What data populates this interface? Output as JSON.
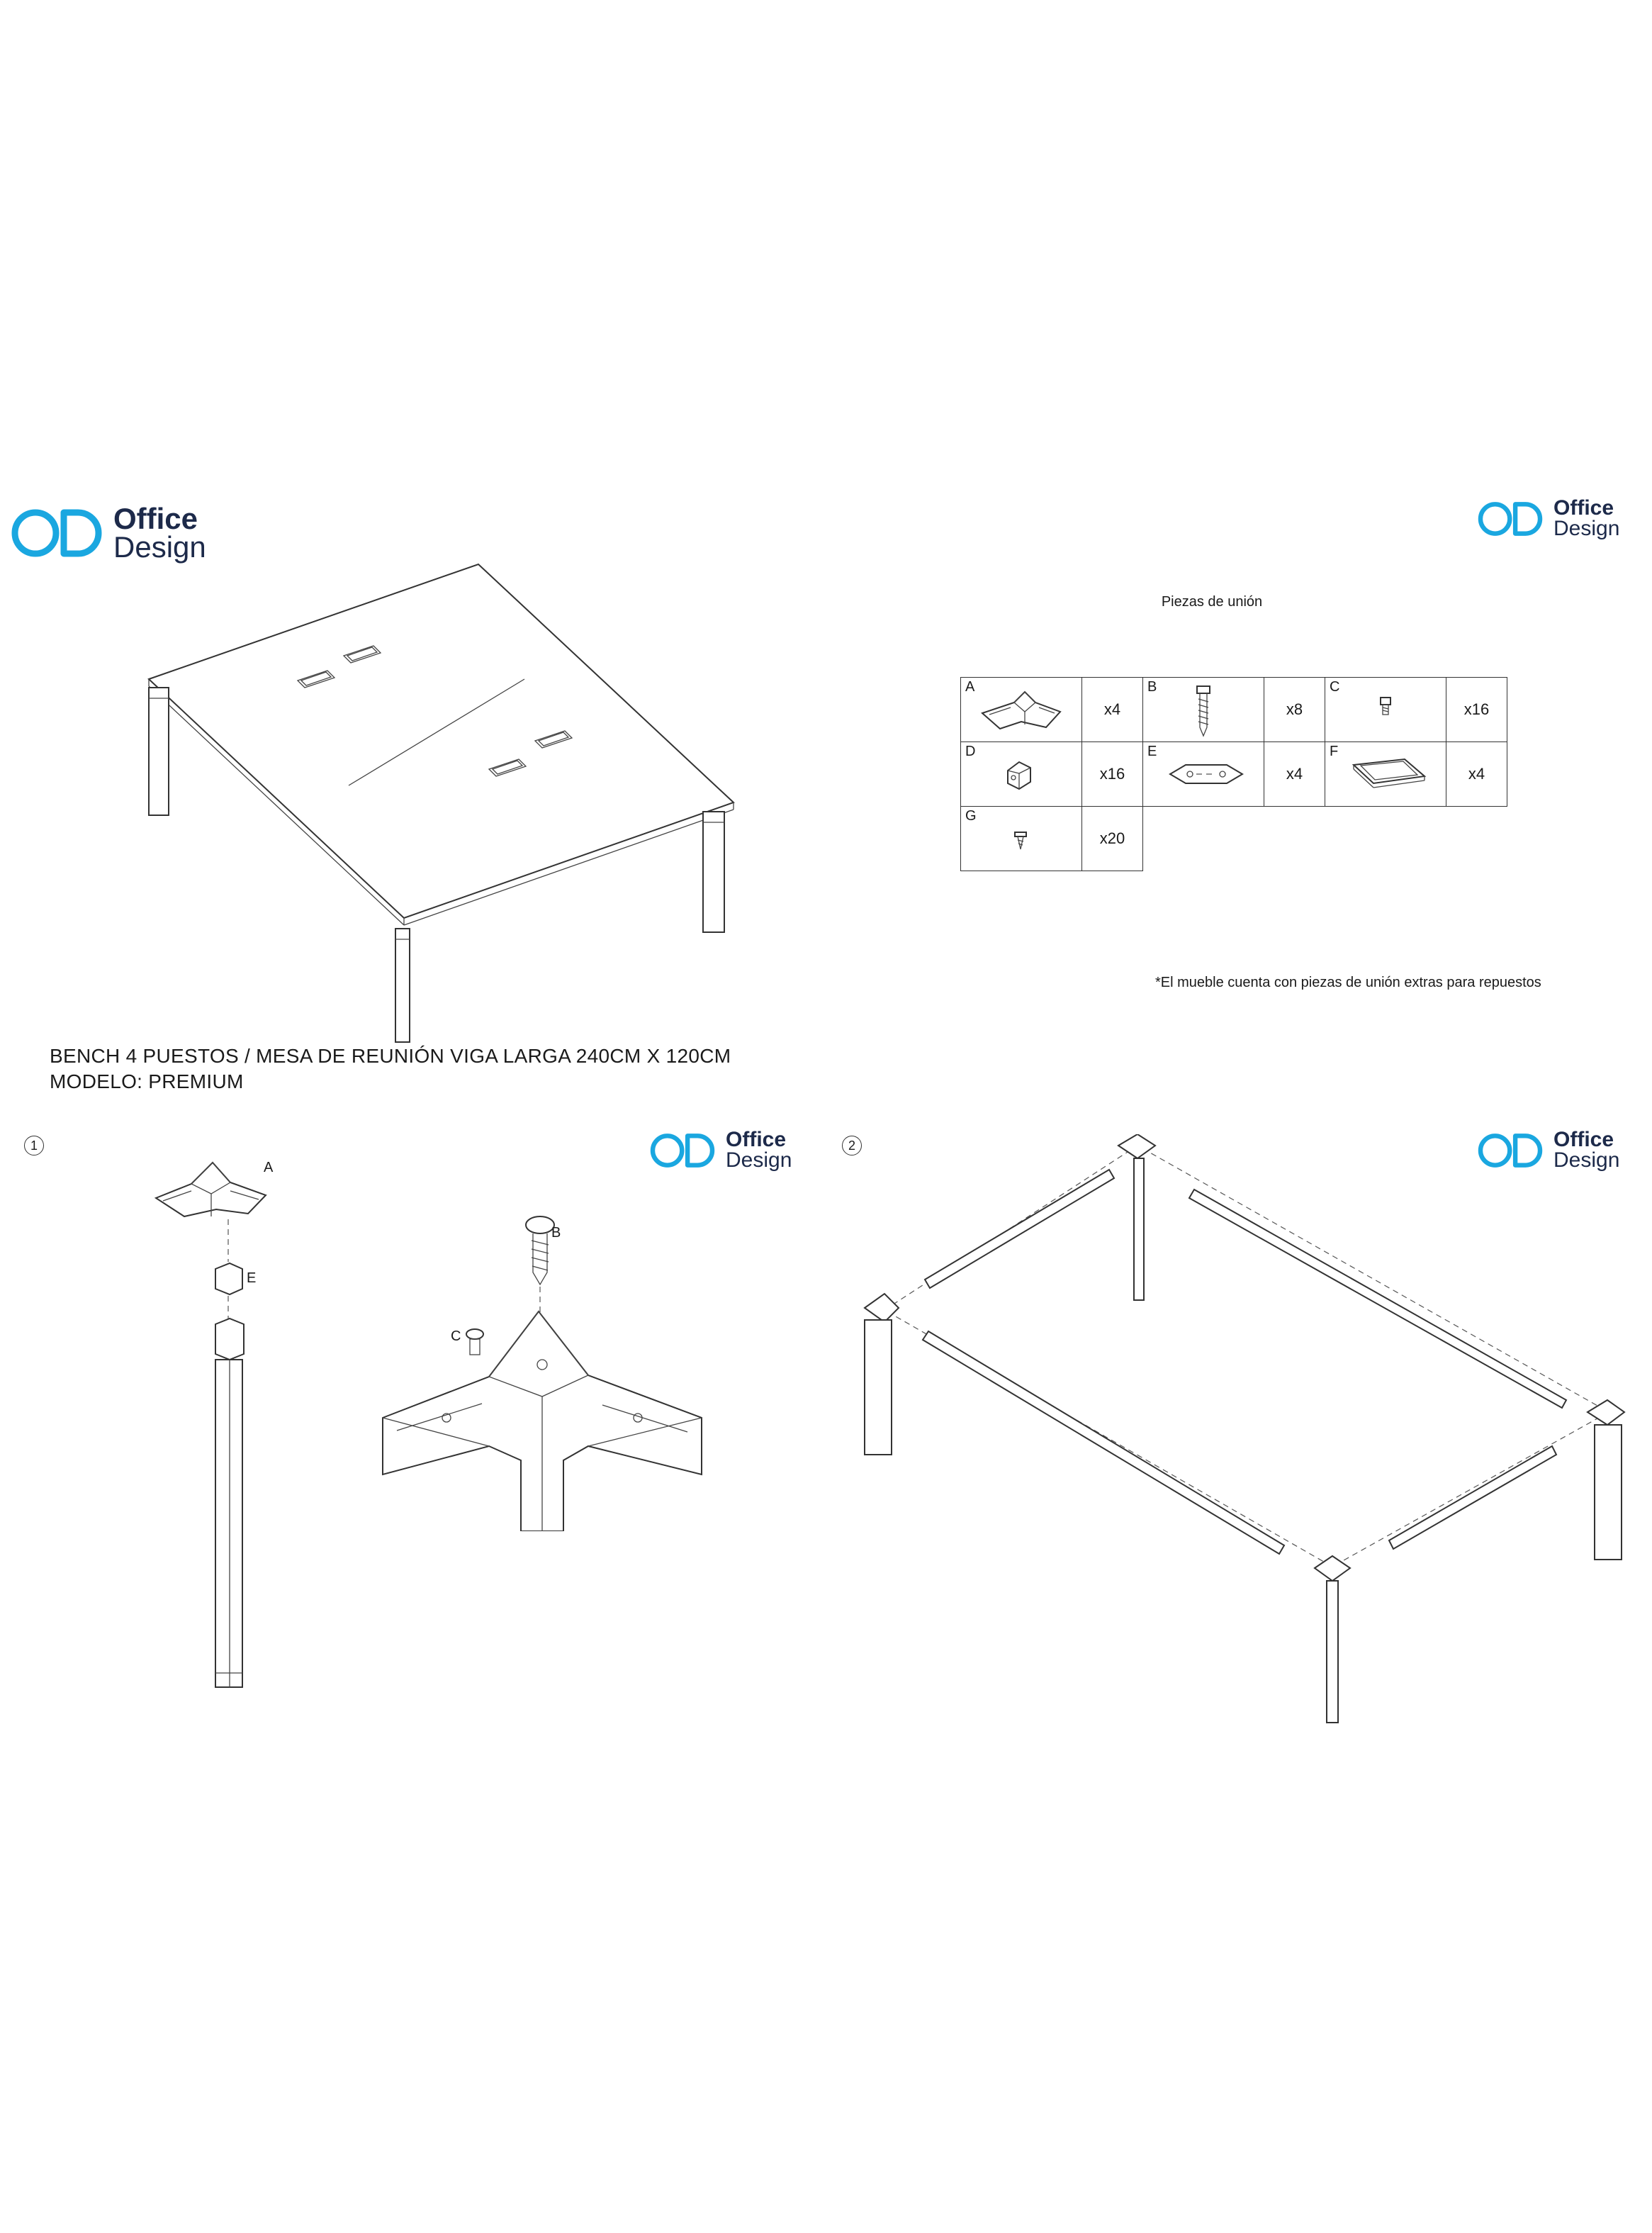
{
  "brand": {
    "word1": "Office",
    "word2": "Design",
    "accent": "#1aa7e0",
    "text_color": "#1d2a4a"
  },
  "product": {
    "title": "BENCH 4 PUESTOS / MESA DE REUNIÓN VIGA LARGA 240CM X 120CM",
    "model": "MODELO: PREMIUM"
  },
  "parts": {
    "title": "Piezas de unión",
    "items": [
      {
        "letter": "A",
        "qty": "x4",
        "icon": "corner-bracket-icon"
      },
      {
        "letter": "B",
        "qty": "x8",
        "icon": "wood-screw-icon"
      },
      {
        "letter": "C",
        "qty": "x16",
        "icon": "small-bolt-icon"
      },
      {
        "letter": "D",
        "qty": "x16",
        "icon": "clip-icon"
      },
      {
        "letter": "E",
        "qty": "x4",
        "icon": "connector-plate-icon"
      },
      {
        "letter": "F",
        "qty": "x4",
        "icon": "cable-grommet-icon"
      },
      {
        "letter": "G",
        "qty": "x20",
        "icon": "short-screw-icon"
      }
    ],
    "note": "*El mueble cuenta con piezas de unión extras para repuestos"
  },
  "steps": [
    {
      "number": "1",
      "callouts": {
        "a": "A",
        "e": "E",
        "b": "B",
        "c": "C"
      }
    },
    {
      "number": "2"
    }
  ]
}
